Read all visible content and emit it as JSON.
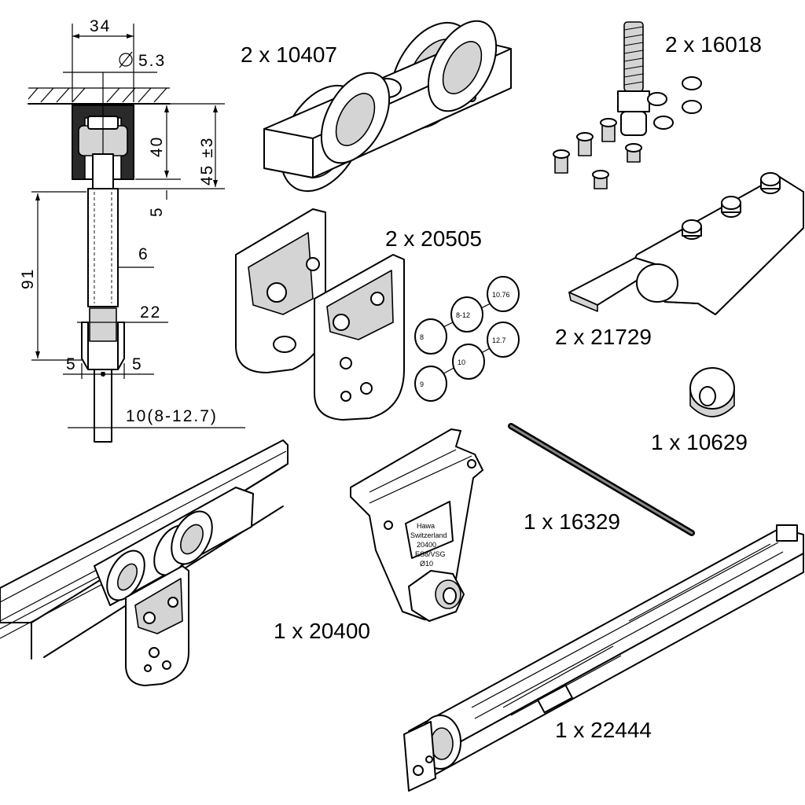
{
  "parts": [
    {
      "id": "10407",
      "label": "2 x 10407"
    },
    {
      "id": "16018",
      "label": "2 x 16018"
    },
    {
      "id": "20505",
      "label": "2 x 20505"
    },
    {
      "id": "21729",
      "label": "2 x 21729"
    },
    {
      "id": "10629",
      "label": "1 x 10629"
    },
    {
      "id": "16329",
      "label": "1 x 16329"
    },
    {
      "id": "20400",
      "label": "1 x 20400"
    },
    {
      "id": "22444",
      "label": "1 x 22444"
    }
  ],
  "dimensions": {
    "width_34": "34",
    "hole_53": "5.3",
    "height_40": "40",
    "height_45": "45 ±3",
    "gap_5": "5",
    "depth_91": "91",
    "slot_6": "6",
    "width_22": "22",
    "left_5": "5",
    "right_5": "5",
    "glass": "10(8-12.7)"
  },
  "hanger_text": [
    "Hawa",
    "Switzerland",
    "20400",
    "ES8/VSG",
    "Ø10"
  ]
}
